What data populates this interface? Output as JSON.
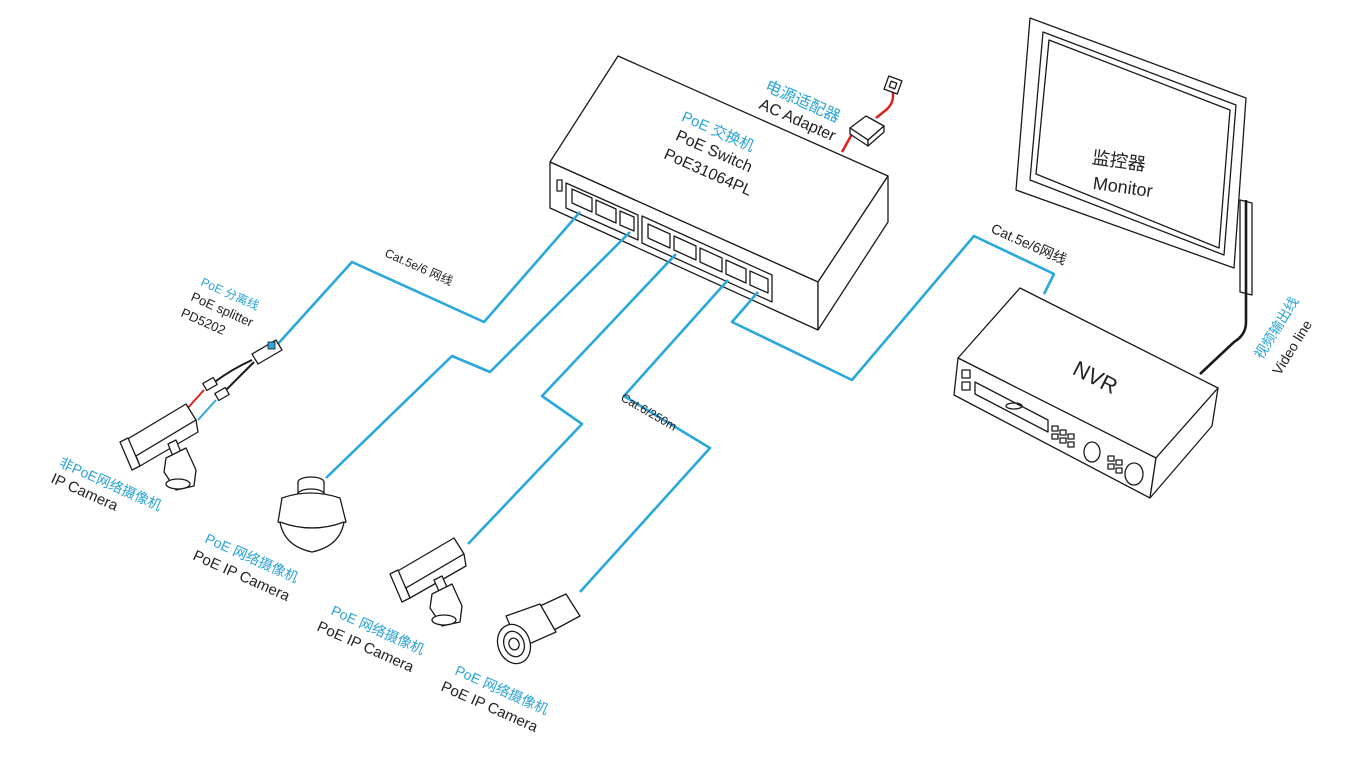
{
  "switch": {
    "name_cn": "PoE 交换机",
    "name_en": "PoE  Switch",
    "model": "PoE31064PL"
  },
  "adapter": {
    "name_cn": "电源适配器",
    "name_en": "AC Adapter"
  },
  "monitor": {
    "name_cn": "监控器",
    "name_en": "Monitor"
  },
  "nvr": {
    "name": "NVR"
  },
  "video_line": {
    "name_cn": "视频输出线",
    "name_en": "Video line"
  },
  "splitter": {
    "name_cn": "PoE 分离线",
    "name_en": "PoE splitter",
    "model": "PD5202"
  },
  "cables": {
    "cat5_left": "Cat.5e/6 网线",
    "cat5_right": "Cat.5e/6网线",
    "cat6_250": "Cat.6/250m"
  },
  "cameras": [
    {
      "name_cn": "非PoE网络摄像机",
      "name_en": "IP Camera"
    },
    {
      "name_cn": "PoE 网络摄像机",
      "name_en": "PoE IP Camera"
    },
    {
      "name_cn": "PoE 网络摄像机",
      "name_en": "PoE IP Camera"
    },
    {
      "name_cn": "PoE 网络摄像机",
      "name_en": "PoE IP Camera"
    }
  ],
  "colors": {
    "cable": "#2aa7db",
    "label_blue": "#29a3d6",
    "power_red": "#e02020",
    "outline": "#1a1a1a"
  }
}
